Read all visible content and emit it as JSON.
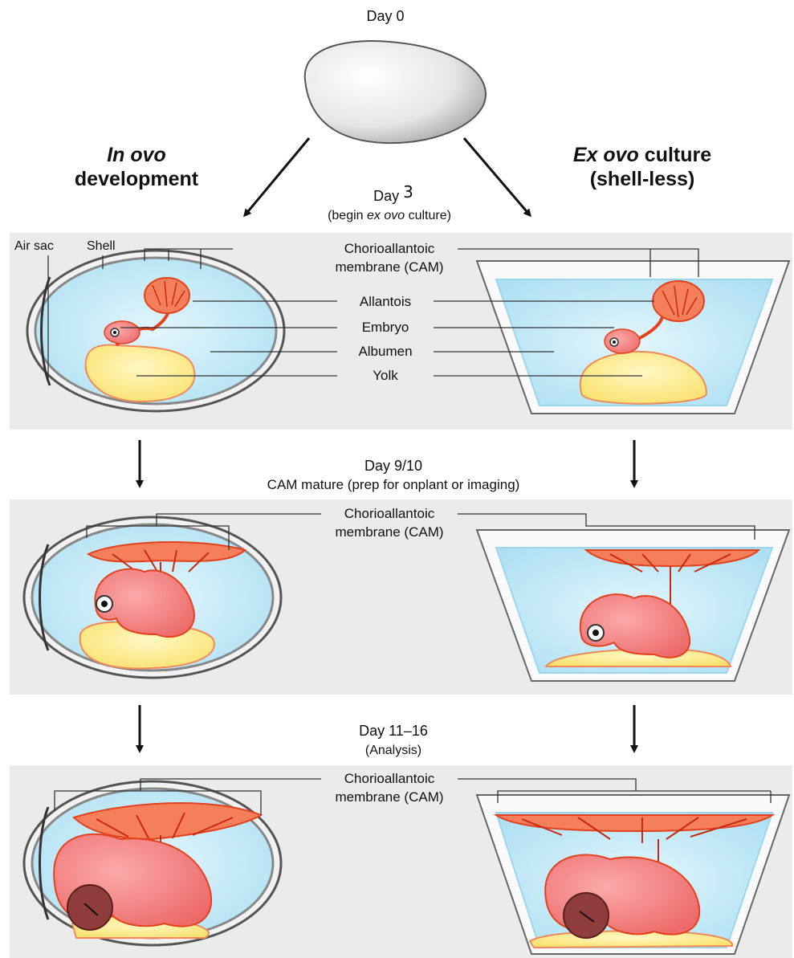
{
  "header": {
    "day0": "Day 0",
    "left_title": {
      "italic": "In ovo",
      "rest": "development"
    },
    "right_title": {
      "italic": "Ex ovo",
      "rest": " culture",
      "line2": "(shell-less)"
    }
  },
  "stage1": {
    "day_prefix": "Day ",
    "day_number": "3",
    "sub_open": "(begin ",
    "sub_italic": "ex ovo",
    "sub_close": " culture)"
  },
  "stage2": {
    "title": "Day 9/10",
    "subtitle": "CAM mature (prep for onplant or imaging)"
  },
  "stage3": {
    "title": "Day 11–16",
    "subtitle": "(Analysis)"
  },
  "labels": {
    "air_sac": "Air sac",
    "shell": "Shell",
    "cam_line1": "Chorioallantoic",
    "cam_line2": "membrane (CAM)",
    "allantois": "Allantois",
    "embryo": "Embryo",
    "albumen": "Albumen",
    "yolk": "Yolk"
  },
  "colors": {
    "panel": "#ebebeb",
    "albumen_blue": "#bfe8f5",
    "yolk": "#fde78a",
    "embryo": "#f47e7e",
    "vessels": "#e3421e",
    "shell_gray": "#8c8c8c"
  }
}
